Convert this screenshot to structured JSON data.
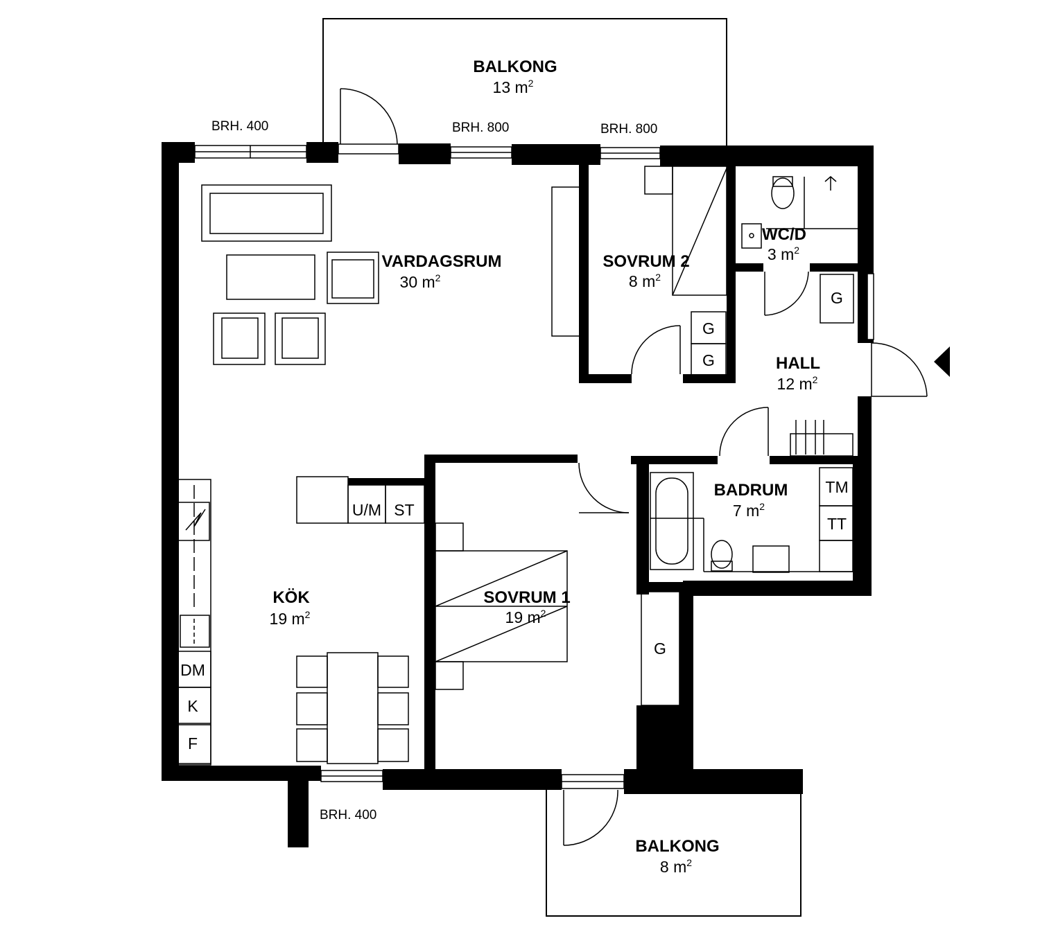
{
  "rooms": {
    "vardagsrum": {
      "name": "VARDAGSRUM",
      "area": "30 m",
      "sup": "2"
    },
    "sovrum2": {
      "name": "SOVRUM 2",
      "area": "8 m",
      "sup": "2"
    },
    "wcd": {
      "name": "WC/D",
      "area": "3 m",
      "sup": "2"
    },
    "hall": {
      "name": "HALL",
      "area": "12 m",
      "sup": "2"
    },
    "badrum": {
      "name": "BADRUM",
      "area": "7 m",
      "sup": "2"
    },
    "kok": {
      "name": "KÖK",
      "area": "19 m",
      "sup": "2"
    },
    "sovrum1": {
      "name": "SOVRUM 1",
      "area": "19 m",
      "sup": "2"
    },
    "balkong_north": {
      "name": "BALKONG",
      "area": "13 m",
      "sup": "2"
    },
    "balkong_south": {
      "name": "BALKONG",
      "area": "8 m",
      "sup": "2"
    }
  },
  "window_labels": {
    "north_left": "BRH. 400",
    "north_center": "BRH. 800",
    "north_right": "BRH. 800",
    "south_left": "BRH. 400"
  },
  "fixtures": {
    "wardrobe": "G",
    "washer_dryer": "U/M",
    "stove": "ST",
    "dishwasher": "DM",
    "fridge": "K",
    "freezer": "F",
    "washing_machine": "TM",
    "tumble_dryer": "TT"
  },
  "colors": {
    "wall": "#000000",
    "background": "#ffffff"
  },
  "icons": {
    "entrance": "entrance-arrow-icon"
  }
}
